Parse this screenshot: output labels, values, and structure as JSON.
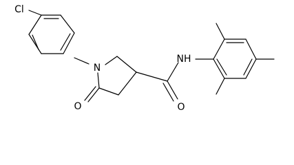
{
  "atom_labels": {
    "chlorine": "Cl",
    "nitrogen_ring": "N",
    "oxygen_lactam": "O",
    "amide_nh": "NH",
    "oxygen_amide": "O"
  }
}
